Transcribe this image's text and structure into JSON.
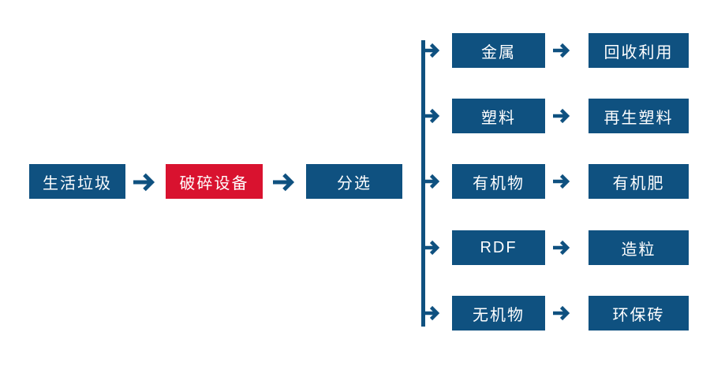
{
  "colors": {
    "node_blue": "#0F5180",
    "node_red": "#D9122F",
    "connector_blue": "#0F5180",
    "background": "#FFFFFF",
    "node_text": "#FFFFFF"
  },
  "flow": {
    "main": [
      {
        "label": "生活垃圾",
        "color": "#0F5180"
      },
      {
        "label": "破碎设备",
        "color": "#D9122F"
      },
      {
        "label": "分选",
        "color": "#0F5180"
      }
    ],
    "branches": [
      {
        "source": "金属",
        "result": "回收利用",
        "source_color": "#0F5180",
        "result_color": "#0F5180"
      },
      {
        "source": "塑料",
        "result": "再生塑料",
        "source_color": "#0F5180",
        "result_color": "#0F5180"
      },
      {
        "source": "有机物",
        "result": "有机肥",
        "source_color": "#0F5180",
        "result_color": "#0F5180"
      },
      {
        "source": "RDF",
        "result": "造粒",
        "source_color": "#0F5180",
        "result_color": "#0F5180"
      },
      {
        "source": "无机物",
        "result": "环保砖",
        "source_color": "#0F5180",
        "result_color": "#0F5180"
      }
    ]
  }
}
